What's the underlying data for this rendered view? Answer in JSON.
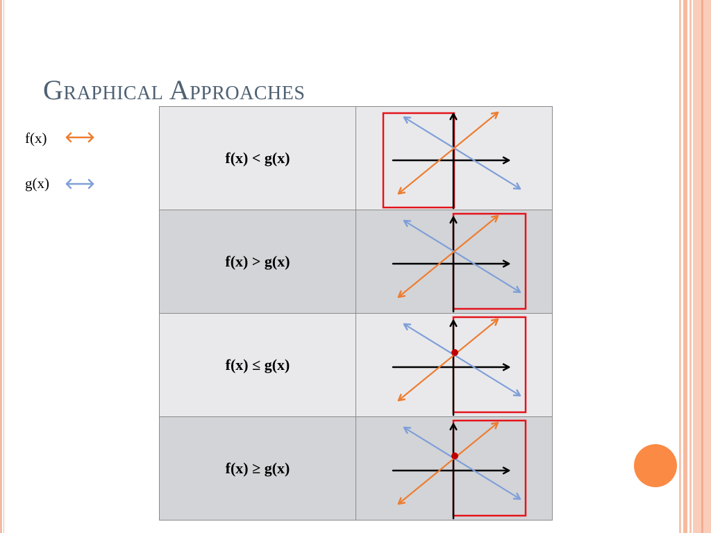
{
  "slide": {
    "title": "Graphical Approaches"
  },
  "legend": [
    {
      "label": "f(x)",
      "color": "#ed7d31",
      "icon": "double-arrow-icon"
    },
    {
      "label": "g(x)",
      "color": "#7f9fd8",
      "icon": "double-arrow-icon"
    }
  ],
  "rows": [
    {
      "expression": "f(x) < g(x)",
      "region": "left",
      "intersection_point": false
    },
    {
      "expression": "f(x) > g(x)",
      "region": "right",
      "intersection_point": false
    },
    {
      "expression": "f(x) ≤ g(x)",
      "region": "right",
      "intersection_point": true
    },
    {
      "expression": "f(x) ≥ g(x)",
      "region": "right",
      "intersection_point": true
    }
  ],
  "colors": {
    "f_line": "#ed7d31",
    "g_line": "#7f9fd8",
    "axis": "#000000",
    "region_box": "#e3141c",
    "intersection_dot": "#c00000",
    "title": "#4f6172",
    "accent": "#fb8a45"
  }
}
